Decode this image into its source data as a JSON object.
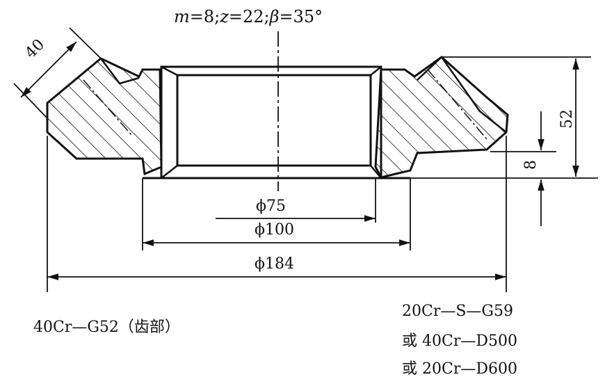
{
  "params": {
    "m_sym": "m",
    "m_val": "=8;",
    "z_sym": "z",
    "z_val": "=22;",
    "b_sym": "β",
    "b_val": "=35°"
  },
  "dims": {
    "d75": "ϕ75",
    "d100": "ϕ100",
    "d184": "ϕ184",
    "face": "40",
    "height": "52",
    "step": "8"
  },
  "materials": {
    "left": "40Cr—G52（齿部）",
    "right": [
      "20Cr—S—G59",
      "或 40Cr—D500",
      "或 20Cr—D600"
    ]
  }
}
